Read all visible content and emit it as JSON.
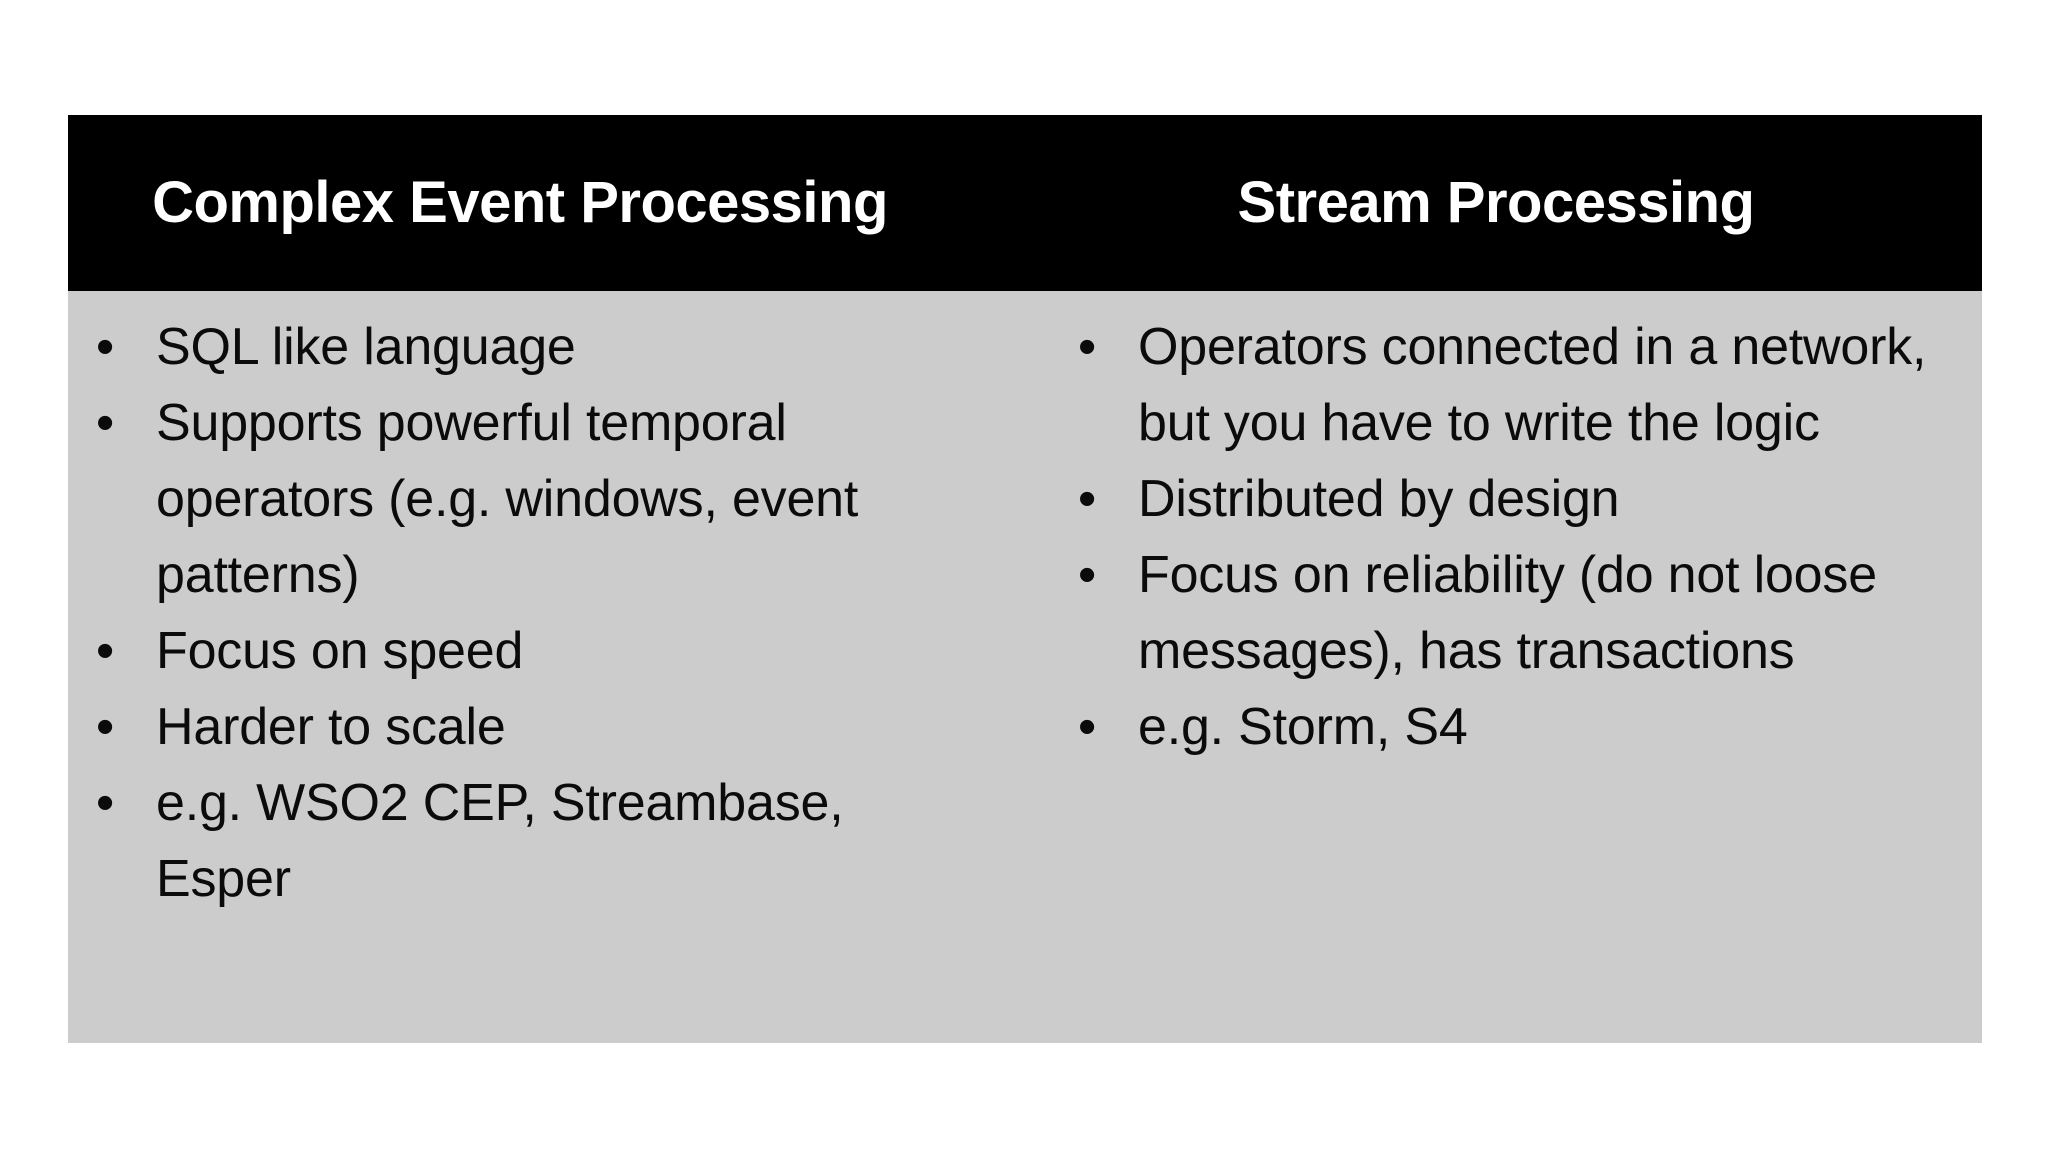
{
  "slide": {
    "background_color": "#ffffff",
    "table_fill_color": "#cccccc",
    "header_fill_color": "#000000",
    "header_text_color": "#ffffff",
    "body_text_color": "#0b0b0b",
    "bullet_glyph": "•"
  },
  "table": {
    "columns": [
      {
        "header": "Complex Event Processing",
        "bullets": [
          "SQL like language",
          "Supports powerful temporal operators (e.g. windows, event patterns)",
          "Focus on speed",
          "Harder to scale",
          "e.g. WSO2 CEP, Streambase, Esper"
        ]
      },
      {
        "header": "Stream Processing",
        "bullets": [
          "Operators connected in a network, but you have to write the logic",
          "Distributed by design",
          "Focus on reliability (do not loose messages), has transactions",
          "e.g. Storm, S4"
        ]
      }
    ]
  }
}
